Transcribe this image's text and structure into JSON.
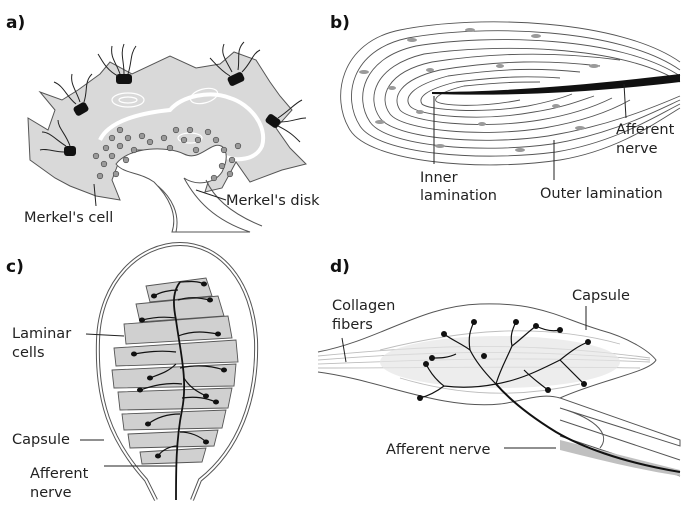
{
  "panels": {
    "a": {
      "letter": "a)",
      "labels": {
        "merkel_cell": "Merkel's cell",
        "merkel_disk": "Merkel's disk"
      }
    },
    "b": {
      "letter": "b)",
      "labels": {
        "inner_1": "Inner",
        "inner_2": "lamination",
        "outer": "Outer lamination",
        "afferent_1": "Afferent",
        "afferent_2": "nerve"
      }
    },
    "c": {
      "letter": "c)",
      "labels": {
        "laminar_1": "Laminar",
        "laminar_2": "cells",
        "capsule": "Capsule",
        "afferent_1": "Afferent",
        "afferent_2": "nerve"
      }
    },
    "d": {
      "letter": "d)",
      "labels": {
        "collagen_1": "Collagen",
        "collagen_2": "fibers",
        "capsule": "Capsule",
        "afferent": "Afferent nerve"
      }
    }
  },
  "colors": {
    "tissue_fill": "#d9d9d9",
    "lamina_fill": "#d0d0d0",
    "nerve": "#111111",
    "granule": "#9a9a9a",
    "outline": "#555555"
  }
}
